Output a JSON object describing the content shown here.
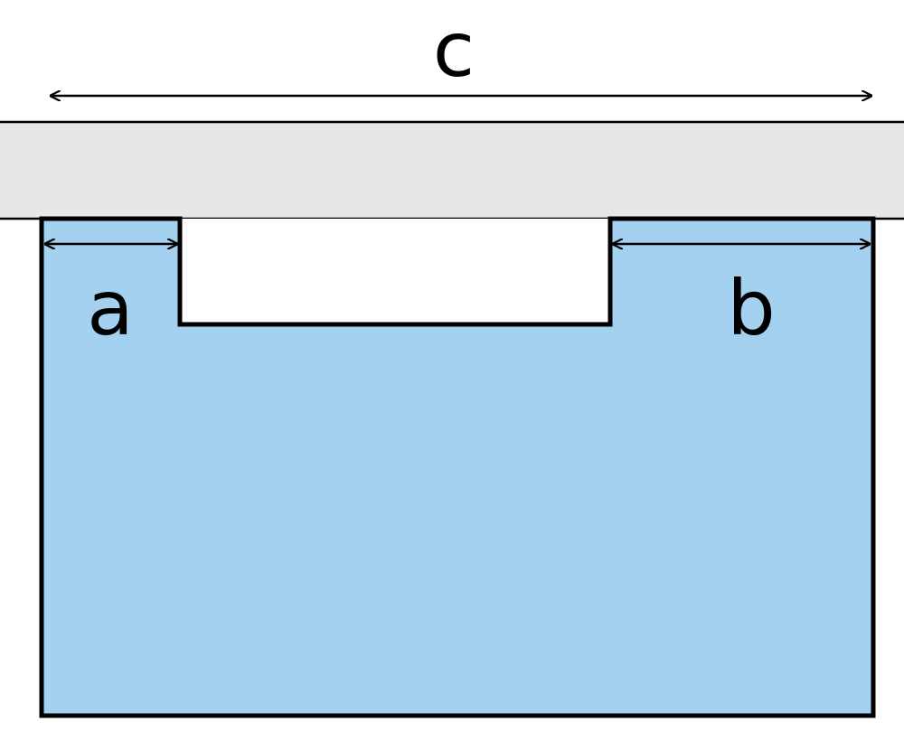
{
  "labels": {
    "top": "c",
    "left": "a",
    "right": "b"
  },
  "colors": {
    "background": "#ffffff",
    "top_band": "#e7e7e7",
    "body_fill": "#a4d1ef",
    "cutout_fill": "#ffffff",
    "stroke": "#000000"
  }
}
